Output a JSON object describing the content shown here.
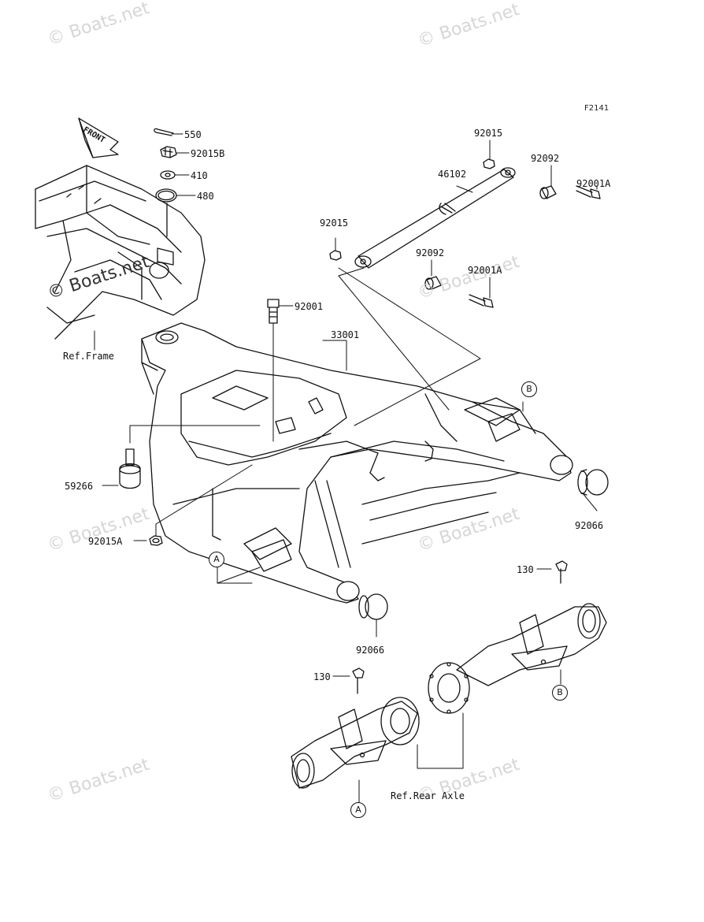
{
  "diagram_code": "F2141",
  "watermark": "© Boats.net",
  "front_arrow": "FRONT",
  "parts": {
    "p550": "550",
    "p92015B": "92015B",
    "p410": "410",
    "p480": "480",
    "p92015_top": "92015",
    "p46102": "46102",
    "p92092_top": "92092",
    "p92001A_top": "92001A",
    "p92015_mid": "92015",
    "p92092_mid": "92092",
    "p92001A_mid": "92001A",
    "p92001": "92001",
    "p33001": "33001",
    "p59266": "59266",
    "p92015A": "92015A",
    "p92066_right": "92066",
    "p92066_bottom": "92066",
    "p130_right": "130",
    "p130_left": "130"
  },
  "refs": {
    "frame": "Ref.Frame",
    "rear_axle": "Ref.Rear Axle"
  },
  "callouts": {
    "a_top": "A",
    "a_bottom": "A",
    "b_top": "B",
    "b_bottom": "B"
  }
}
